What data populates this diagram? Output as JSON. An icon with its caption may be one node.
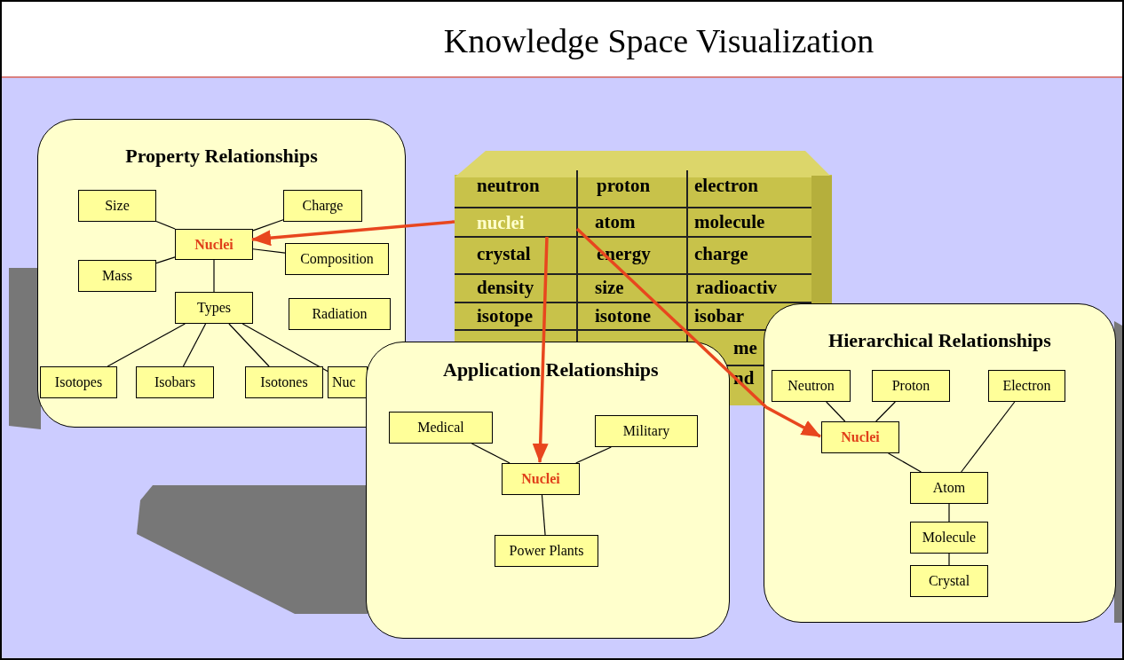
{
  "diagram": {
    "title": "Knowledge Space Visualization",
    "nodes": [
      {
        "text": [
          "Property Relationships"
        ]
      },
      {
        "text": [
          "Size"
        ],
        "in": 0
      },
      {
        "text": [
          "Charge"
        ],
        "in": 0
      },
      {
        "text": [
          "Nuclei"
        ],
        "in": 0
      },
      {
        "text": [
          "Mass"
        ],
        "in": 0
      },
      {
        "text": [
          "Composition"
        ],
        "in": 0
      },
      {
        "text": [
          "Types"
        ],
        "in": 0
      },
      {
        "text": [
          "Radiation"
        ],
        "in": 0
      },
      {
        "text": [
          "Isotopes"
        ],
        "in": 0
      },
      {
        "text": [
          "Isobars"
        ],
        "in": 0
      },
      {
        "text": [
          "Isotones"
        ],
        "in": 0
      },
      {
        "text": [
          "Nuc"
        ],
        "in": 0
      },
      {
        "text": [
          "nuclei"
        ]
      },
      {
        "text": [
          "Application Relationships"
        ]
      },
      {
        "text": [
          "Medical"
        ],
        "in": 13
      },
      {
        "text": [
          "Military"
        ],
        "in": 13
      },
      {
        "text": [
          "Nuclei"
        ],
        "in": 13
      },
      {
        "text": [
          "Power Plants"
        ],
        "in": 13
      },
      {
        "text": [
          "Hierarchical Relationships"
        ]
      },
      {
        "text": [
          "Neutron"
        ],
        "in": 18
      },
      {
        "text": [
          "Proton"
        ],
        "in": 18
      },
      {
        "text": [
          "Electron"
        ],
        "in": 18
      },
      {
        "text": [
          "Nuclei"
        ],
        "in": 18
      },
      {
        "text": [
          "Atom"
        ],
        "in": 18
      },
      {
        "text": [
          "Molecule"
        ],
        "in": 18
      },
      {
        "text": [
          "Crystal"
        ],
        "in": 18
      }
    ],
    "edges": [
      {
        "from": 1,
        "to": 3,
        "arrow": "none"
      },
      {
        "from": 2,
        "to": 3,
        "arrow": "none"
      },
      {
        "from": 4,
        "to": 3,
        "arrow": "none"
      },
      {
        "from": 5,
        "to": 3,
        "arrow": "none"
      },
      {
        "from": 3,
        "to": 6,
        "arrow": "none"
      },
      {
        "from": 6,
        "to": 8,
        "arrow": "none"
      },
      {
        "from": 6,
        "to": 9,
        "arrow": "none"
      },
      {
        "from": 6,
        "to": 10,
        "arrow": "none"
      },
      {
        "from": 6,
        "to": 11,
        "arrow": "none"
      },
      {
        "from": 12,
        "to": 3,
        "arrow": "to",
        "style": "thick",
        "color": "#e8461e"
      },
      {
        "from": 12,
        "to": 16,
        "arrow": "to",
        "style": "thick",
        "color": "#e8461e"
      },
      {
        "from": 12,
        "to": 22,
        "arrow": "to",
        "style": "thick",
        "color": "#e8461e"
      },
      {
        "from": 14,
        "to": 16,
        "arrow": "none"
      },
      {
        "from": 15,
        "to": 16,
        "arrow": "none"
      },
      {
        "from": 16,
        "to": 17,
        "arrow": "none"
      },
      {
        "from": 19,
        "to": 22,
        "arrow": "none"
      },
      {
        "from": 20,
        "to": 22,
        "arrow": "none"
      },
      {
        "from": 22,
        "to": 23,
        "arrow": "none"
      },
      {
        "from": 21,
        "to": 23,
        "arrow": "none"
      },
      {
        "from": 23,
        "to": 24,
        "arrow": "none"
      },
      {
        "from": 24,
        "to": 25,
        "arrow": "none"
      }
    ],
    "labels": [
      "neutron",
      "proton",
      "electron",
      "atom",
      "molecule",
      "crystal",
      "energy",
      "charge",
      "density",
      "size",
      "radioactiv",
      "isotope",
      "isotone",
      "isobar",
      "me",
      "nd"
    ]
  }
}
